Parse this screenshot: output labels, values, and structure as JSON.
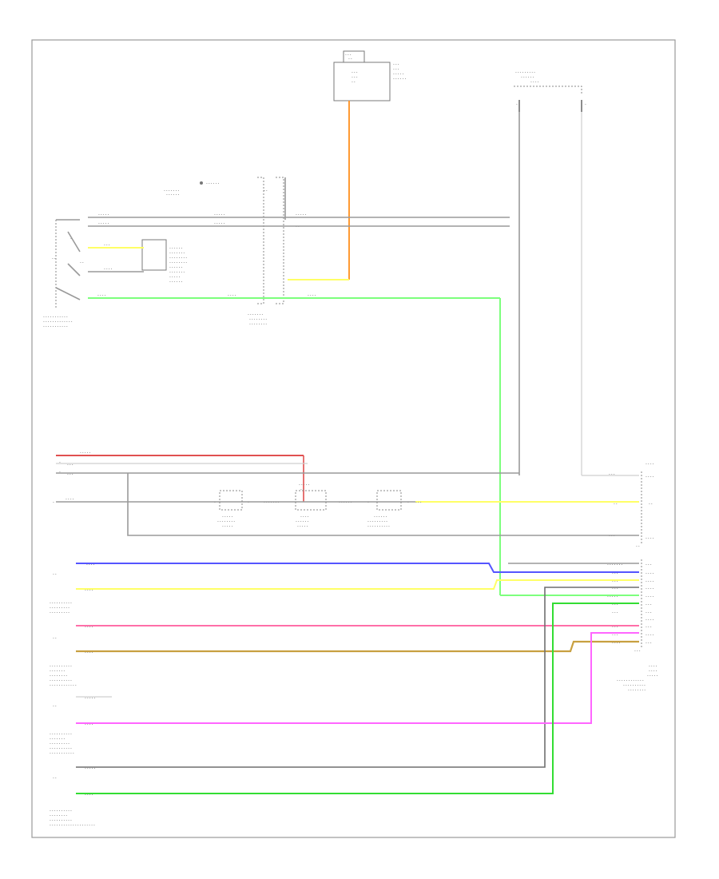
{
  "diagram": {
    "page_label": "",
    "wire_colors": {
      "gray": "#9a9a9a",
      "dark_gray": "#6f6f6f",
      "light_gray": "#cfcfcf",
      "orange": "#ff9a33",
      "yellow": "#ffff66",
      "lt_green": "#7dff7d",
      "red": "#e05050",
      "blue": "#5555ff",
      "pink": "#ff6fa8",
      "tan": "#c8a040",
      "magenta": "#ff66ff",
      "green": "#33dd33"
    },
    "components": [
      {
        "name": "ecm-fuse-block"
      },
      {
        "name": "lumbar-seat-switch-top-right"
      },
      {
        "name": "power-seat-lumbar-support-control-switch"
      },
      {
        "name": "lumbar-ground-connector"
      },
      {
        "name": "harness-connector-1"
      },
      {
        "name": "harness-connector-2"
      },
      {
        "name": "harness-connector-3"
      },
      {
        "name": "lumbar-seat-module"
      },
      {
        "name": "power-seat-motor-fore-aft"
      },
      {
        "name": "power-seat-motor-rear-vertical"
      },
      {
        "name": "power-seat-motor-front-vertical"
      },
      {
        "name": "power-seat-motor-lumbar"
      }
    ]
  }
}
